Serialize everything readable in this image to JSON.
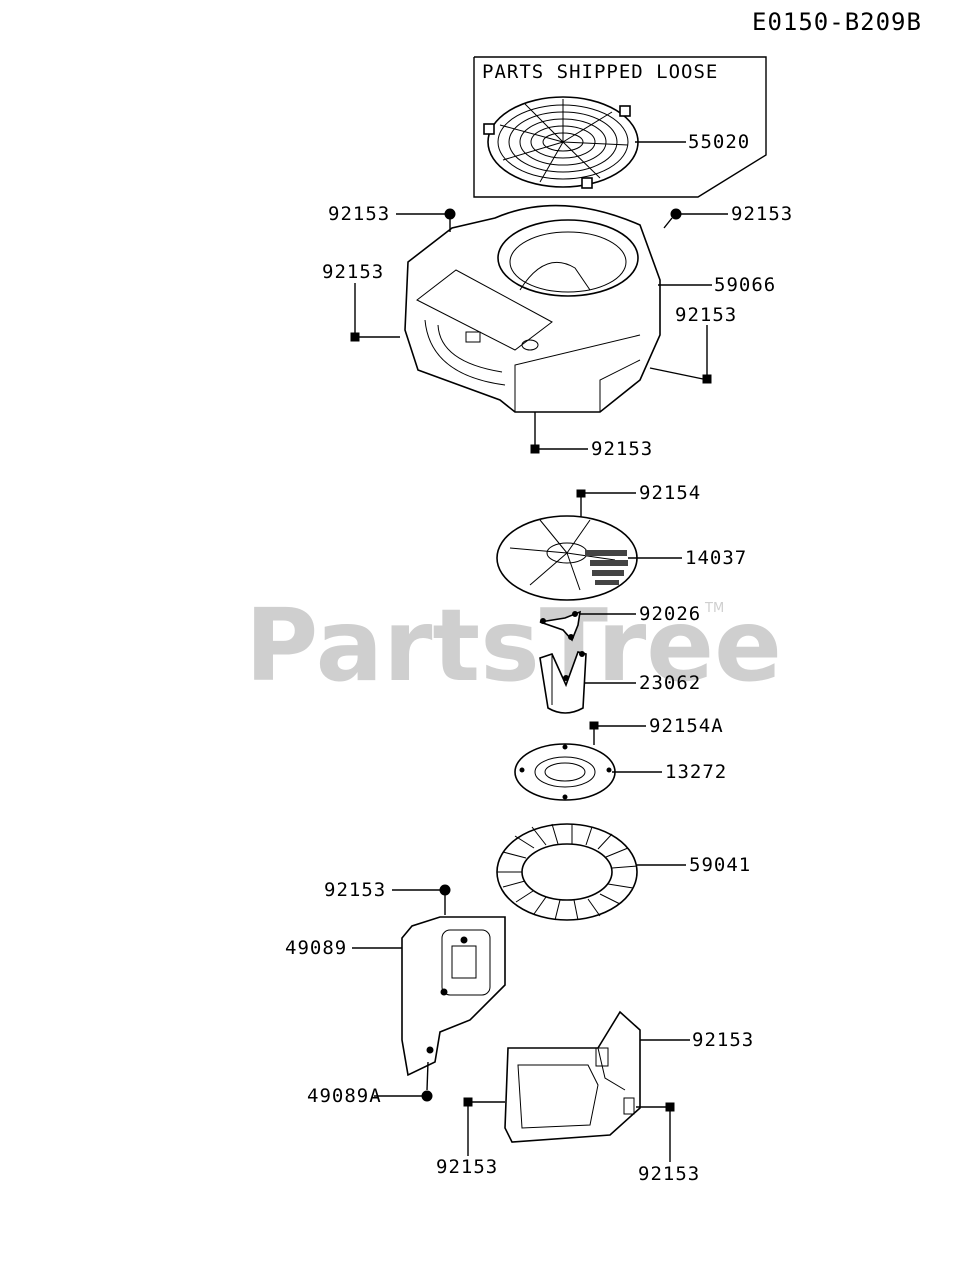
{
  "diagram_code": "E0150-B209B",
  "loose_box_title": "PARTS SHIPPED LOOSE",
  "watermark": "PartsTree",
  "trademark": "TM",
  "callouts": [
    {
      "id": "c-55020",
      "label": "55020"
    },
    {
      "id": "c-92153-a",
      "label": "92153"
    },
    {
      "id": "c-92153-b",
      "label": "92153"
    },
    {
      "id": "c-92153-c",
      "label": "92153"
    },
    {
      "id": "c-59066",
      "label": "59066"
    },
    {
      "id": "c-92153-d",
      "label": "92153"
    },
    {
      "id": "c-92153-e",
      "label": "92153"
    },
    {
      "id": "c-92154",
      "label": "92154"
    },
    {
      "id": "c-14037",
      "label": "14037"
    },
    {
      "id": "c-92026",
      "label": "92026"
    },
    {
      "id": "c-23062",
      "label": "23062"
    },
    {
      "id": "c-92154A",
      "label": "92154A"
    },
    {
      "id": "c-13272",
      "label": "13272"
    },
    {
      "id": "c-59041",
      "label": "59041"
    },
    {
      "id": "c-92153-f",
      "label": "92153"
    },
    {
      "id": "c-49089",
      "label": "49089"
    },
    {
      "id": "c-49089A",
      "label": "49089A"
    },
    {
      "id": "c-92153-g",
      "label": "92153"
    },
    {
      "id": "c-92153-h",
      "label": "92153"
    },
    {
      "id": "c-92153-i",
      "label": "92153"
    }
  ]
}
